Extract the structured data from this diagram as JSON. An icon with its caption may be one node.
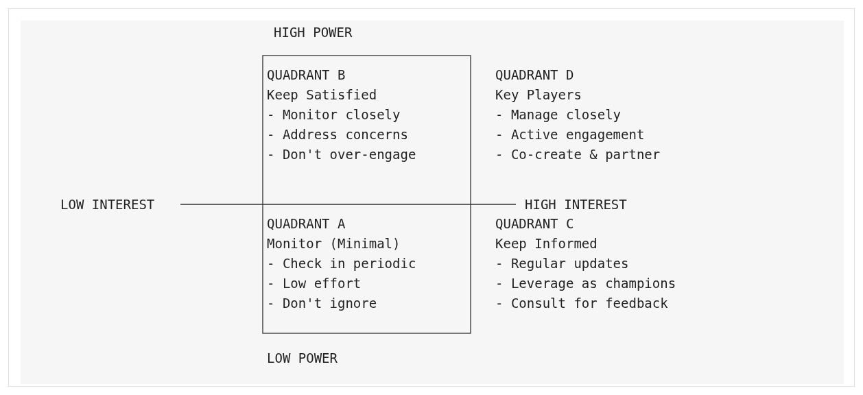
{
  "diagram": {
    "nodes": [
      {
        "text": [
          "QUADRANT B",
          "Keep Satisfied",
          "- Monitor closely",
          "- Address concerns",
          "- Don't over-engage"
        ]
      },
      {
        "text": [
          "QUADRANT D",
          "Key Players",
          "- Manage closely",
          "- Active engagement",
          "- Co-create & partner"
        ]
      },
      {
        "text": [
          "QUADRANT A",
          "Monitor (Minimal)",
          "- Check in periodic",
          "- Low effort",
          "- Don't ignore"
        ]
      },
      {
        "text": [
          "QUADRANT C",
          "Keep Informed",
          "- Regular updates",
          "- Leverage as champions",
          "- Consult for feedback"
        ]
      }
    ],
    "labels": [
      "HIGH POWER",
      "LOW INTEREST",
      "HIGH INTEREST",
      "LOW POWER"
    ]
  }
}
